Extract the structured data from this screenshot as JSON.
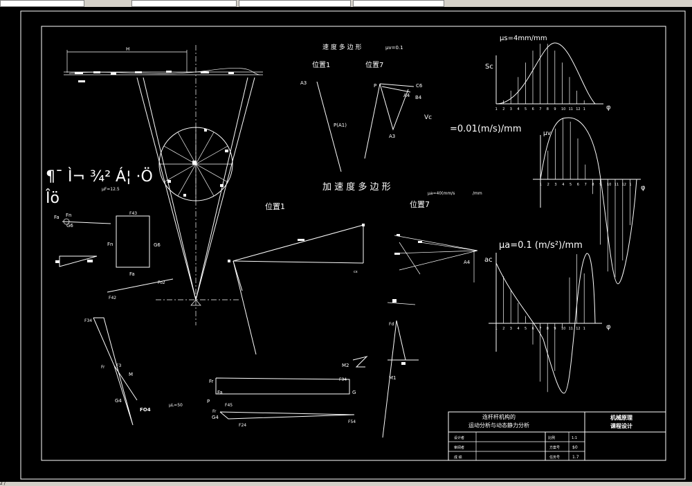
{
  "toolbar": {
    "fields": [
      "",
      "",
      "",
      ""
    ]
  },
  "status": {
    "text": "2 /"
  },
  "texts": {
    "H": "H",
    "vel_title": "速 度 多 边 形",
    "vel_scale": "μv=0.1",
    "pos1": "位置1",
    "pos7": "位置7",
    "A3_a": "A3",
    "PA1": "P(A1)",
    "P_b": "P",
    "C6": "C6",
    "B4": "B4",
    "A4": "A4",
    "A3_b": "A3",
    "Vc": "Vc",
    "acc_title": "加 速 度 多 边 形",
    "acc_scale": "μa=40(mm/s",
    "acc_unit": "/mm",
    "garbled1": "¶¯ Ì¬ ¾² Á¦ ·Ö",
    "garbled2": "Îö",
    "force_scale_small": "μF=12.5",
    "pos1_acc": "位置1",
    "pos7_acc": "位置7",
    "Fa": "Fa",
    "Fn": "Fn",
    "G6": "G6",
    "F43": "F43",
    "Fn2": "Fn",
    "G6b": "G6",
    "Fa2": "Fa",
    "F02": "Fo2",
    "F42": "F42",
    "F34": "F34",
    "Fr": "Fr",
    "F3": "F3",
    "M": "M",
    "G4": "G4",
    "F04": "FO4",
    "L50": "μL=50",
    "Fr2": "Fr",
    "F34b": "F34",
    "Fa3": "Fa",
    "G": "G",
    "P": "P",
    "F45": "F45",
    "Fr3": "Fr",
    "G4b": "G4",
    "F54": "F54",
    "F24": "F24",
    "M2": "M2",
    "M1": "M1",
    "Fd": "Fd",
    "mu_s": "μs=4mm/mm",
    "Sc": "Sc",
    "phi1": "φ",
    "mu_v": "=0.01(m/s)/mm",
    "muv_sym": "μv",
    "phi2": "φ",
    "mu_a": "μa=0.1 (m/s²)/mm",
    "ac": "ac",
    "phi3": "φ",
    "ticks": [
      "1",
      "2",
      "3",
      "4",
      "5",
      "6",
      "7",
      "8",
      "9",
      "10",
      "11",
      "12",
      "1"
    ],
    "cx": "cx",
    "A4sup": "A4"
  },
  "title_block": {
    "title_line1": "连杆杆机构的",
    "title_line2": "运动分析与动态静力分析",
    "course1": "机械原理",
    "course2": "课程设计",
    "row_labels": [
      "设计者",
      "审阅者",
      "成 绩"
    ],
    "right_labels": [
      "方案号",
      "任务号"
    ],
    "right_values": [
      "$0",
      "1.7"
    ],
    "small_a": "比例",
    "small_b": "1:1"
  }
}
